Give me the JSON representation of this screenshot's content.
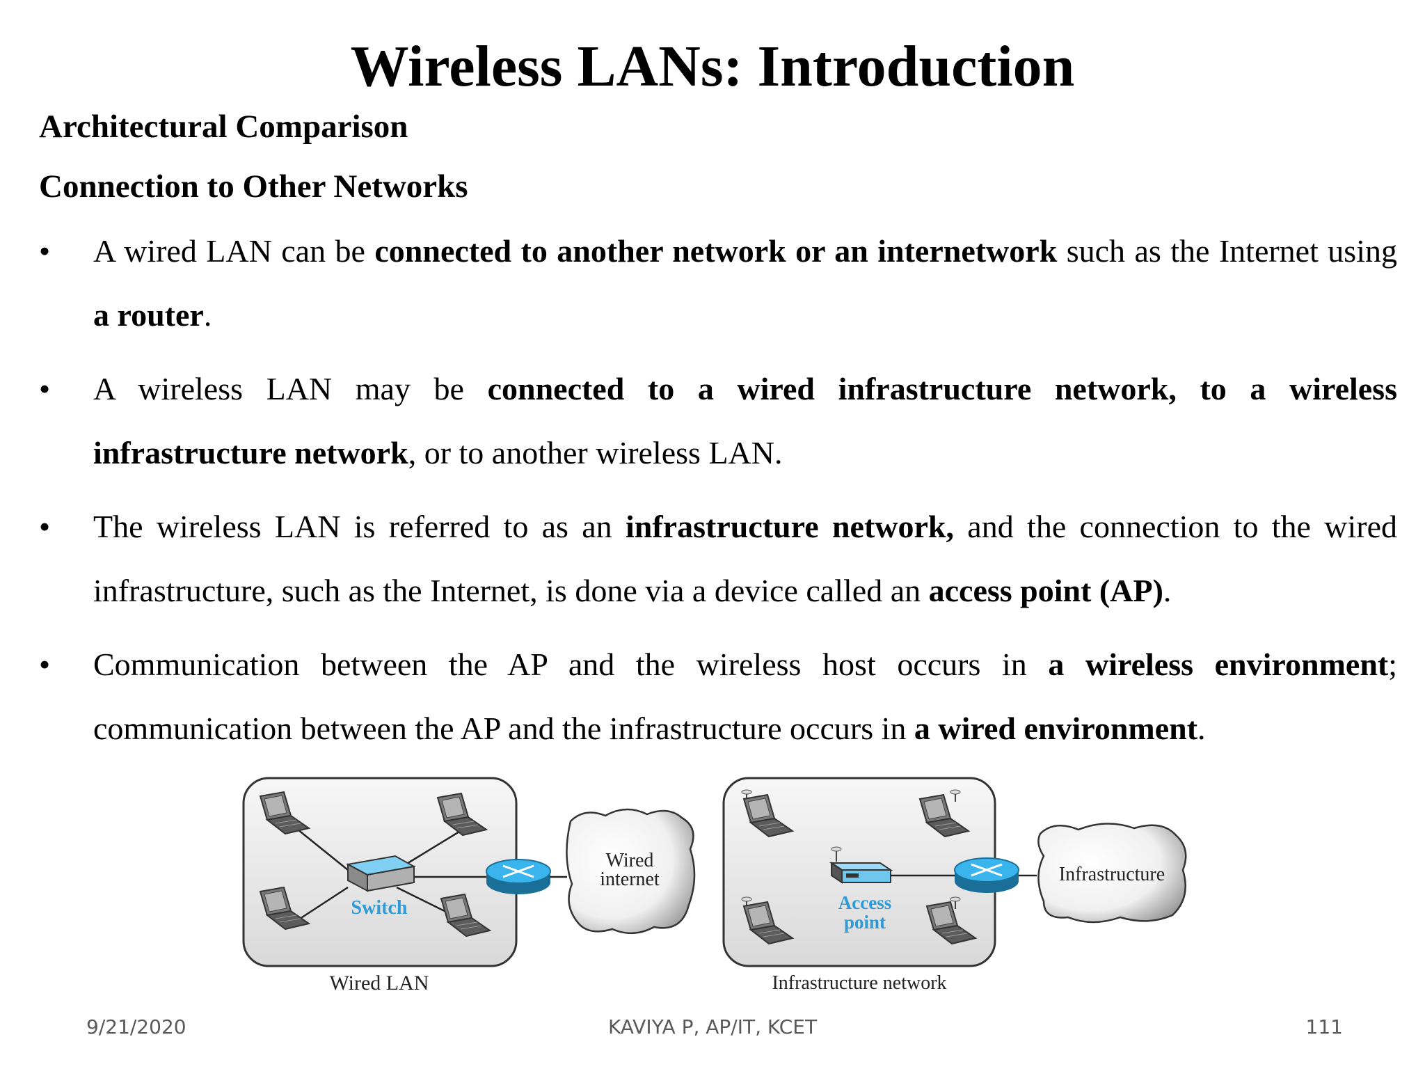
{
  "slide": {
    "title": "Wireless LANs: Introduction",
    "subheading_1": "Architectural Comparison",
    "subheading_2": "Connection to Other Networks"
  },
  "bullets": [
    {
      "marker": "•",
      "parts": [
        {
          "t": "A wired LAN can be ",
          "b": false
        },
        {
          "t": "connected to another network or an internetwork",
          "b": true
        },
        {
          "t": " such as the Internet using ",
          "b": false
        },
        {
          "t": "a router",
          "b": true
        },
        {
          "t": ".",
          "b": false
        }
      ]
    },
    {
      "marker": "•",
      "parts": [
        {
          "t": "A wireless LAN may be ",
          "b": false
        },
        {
          "t": "connected to a wired infrastructure network, to a wireless infrastructure network",
          "b": true
        },
        {
          "t": ", or to another wireless LAN.",
          "b": false
        }
      ]
    },
    {
      "marker": "•",
      "parts": [
        {
          "t": "The wireless LAN is referred to as an ",
          "b": false
        },
        {
          "t": "infrastructure network,",
          "b": true
        },
        {
          "t": " and the connection to the wired infrastructure, such as the Internet, is done via a device called an ",
          "b": false
        },
        {
          "t": "access point (AP)",
          "b": true
        },
        {
          "t": ".",
          "b": false
        }
      ]
    },
    {
      "marker": "•",
      "parts": [
        {
          "t": "Communication between the AP and the wireless host occurs in ",
          "b": false
        },
        {
          "t": "a wireless environment",
          "b": true
        },
        {
          "t": "; communication between the AP and the infrastructure occurs in ",
          "b": false
        },
        {
          "t": "a wired environment",
          "b": true
        },
        {
          "t": ".",
          "b": false
        }
      ]
    }
  ],
  "diagram": {
    "switch_label": "Switch",
    "cloud_wired_line1": "Wired",
    "cloud_wired_line2": "internet",
    "wired_lan_caption": "Wired LAN",
    "ap_label_line1": "Access",
    "ap_label_line2": "point",
    "cloud_infra_label": "Infrastructure",
    "infra_caption": "Infrastructure network"
  },
  "footer": {
    "date": "9/21/2020",
    "author": "KAVIYA P, AP/IT, KCET",
    "page": "111"
  },
  "colors": {
    "accent_blue": "#2e9ad6",
    "device_gray": "#6e6e6e",
    "panel_border": "#333333"
  }
}
